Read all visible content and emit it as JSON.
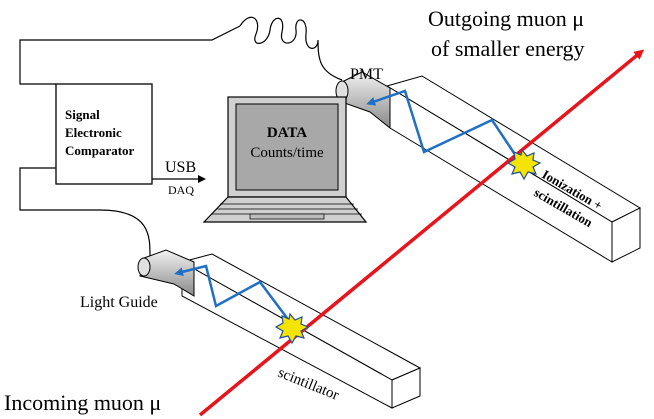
{
  "labels": {
    "outgoing_line1": "Outgoing muon μ",
    "outgoing_line2": "of smaller energy",
    "pmt": "PMT",
    "comparator_line1": "Signal",
    "comparator_line2": "Electronic",
    "comparator_line3": "Comparator",
    "screen_title": "DATA",
    "screen_sub": "Counts/time",
    "usb": "USB",
    "daq": "DAQ",
    "ionization_line1": "Ionization +",
    "ionization_line2": "scintillation",
    "light_guide": "Light Guide",
    "scintillator": "scintillator",
    "incoming": "Incoming muon μ"
  },
  "colors": {
    "muon_track": "#e8141c",
    "photon_path": "#1f6fc4",
    "flash_fill": "#f5e400",
    "flash_stroke": "#1f4fa0",
    "screen_fill": "#a8a8a8",
    "laptop_body": "#d0d0d0"
  }
}
